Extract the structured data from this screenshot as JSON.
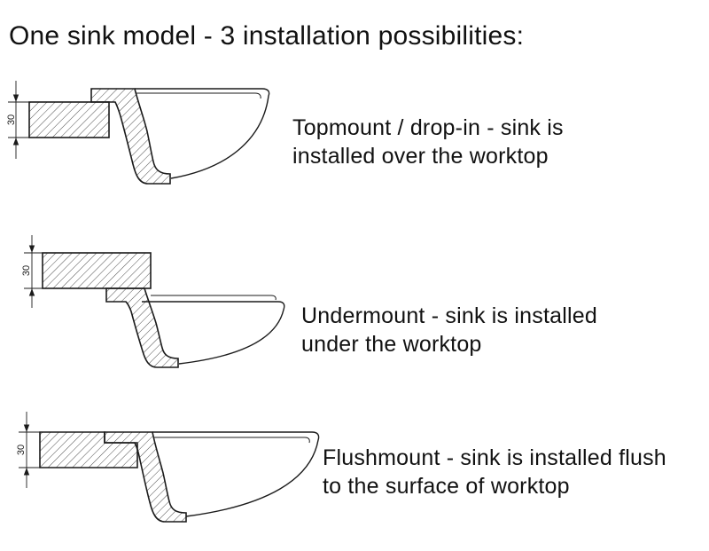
{
  "title": "One sink model - 3 installation possibilities:",
  "diagrams": [
    {
      "id": "topmount",
      "caption": "Topmount / drop-in - sink is installed over the worktop",
      "dimension_label": "30"
    },
    {
      "id": "undermount",
      "caption": "Undermount - sink is installed under the worktop",
      "dimension_label": "30"
    },
    {
      "id": "flushmount",
      "caption": "Flushmount - sink is installed flush to the surface of worktop",
      "dimension_label": "30"
    }
  ],
  "colors": {
    "background": "#ffffff",
    "line": "#1b1b1b",
    "hatch": "#4f4f4f",
    "text": "#111111"
  }
}
